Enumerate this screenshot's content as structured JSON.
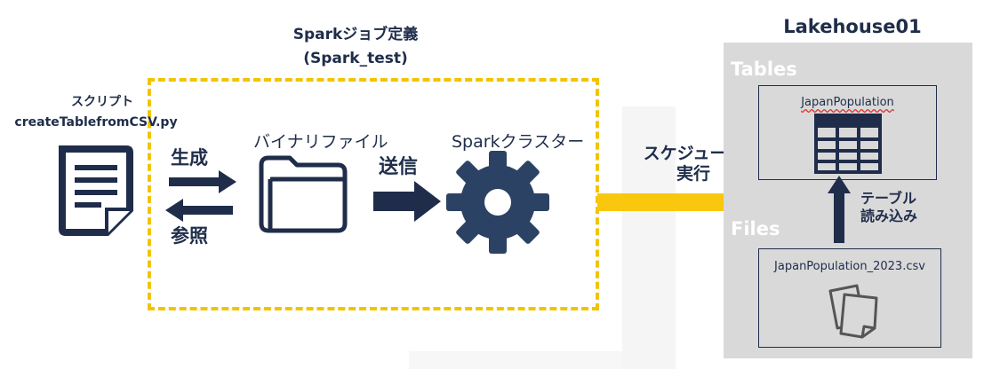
{
  "job": {
    "title": "Sparkジョブ定義",
    "subtitle": "(Spark_test)"
  },
  "script": {
    "label": "スクリプト",
    "filename": "createTablefromCSV.py"
  },
  "actions": {
    "generate": "生成",
    "reference": "参照",
    "send": "送信",
    "schedule_line1": "スケジュール",
    "schedule_line2": "実行",
    "load_line1": "テーブル",
    "load_line2": "読み込み"
  },
  "components": {
    "binary_file": "バイナリファイル",
    "spark_cluster": "Sparkクラスター"
  },
  "lakehouse": {
    "title": "Lakehouse01",
    "tables_label": "Tables",
    "files_label": "Files",
    "table_name": "JapanPopulation",
    "file_name": "JapanPopulation_2023.csv"
  },
  "colors": {
    "navy": "#1f2d4a",
    "accent_yellow": "#f2c400",
    "panel_gray": "#d9d9d9"
  },
  "icons": [
    "document-icon",
    "folder-icon",
    "gear-icon",
    "table-grid-icon",
    "file-pages-icon"
  ]
}
